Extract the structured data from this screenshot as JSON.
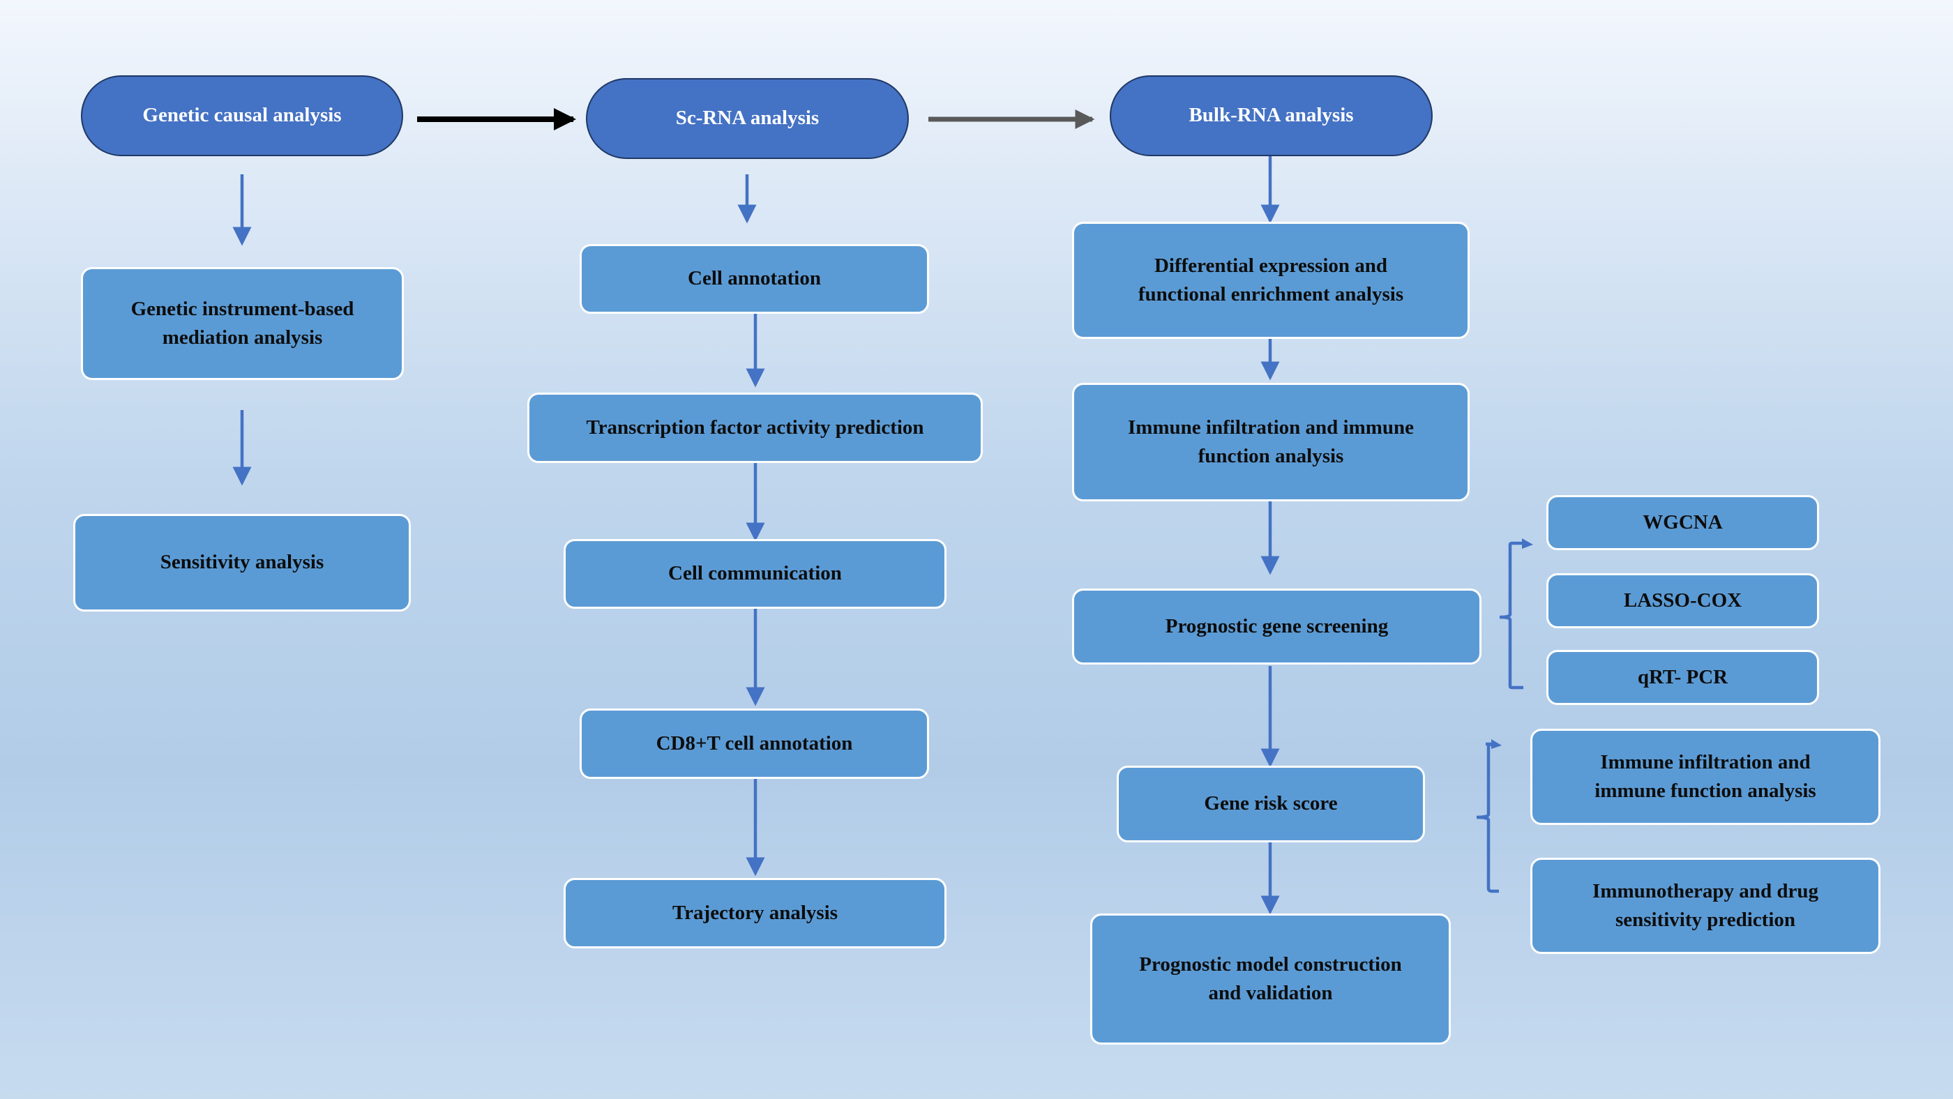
{
  "columns": {
    "genetic": {
      "header": "Genetic causal  analysis",
      "steps": [
        "Genetic instrument-based\nmediation analysis",
        "Sensitivity analysis"
      ]
    },
    "scrna": {
      "header": "Sc-RNA analysis",
      "steps": [
        "Cell annotation",
        "Transcription factor activity prediction",
        "Cell communication",
        "CD8+T cell annotation",
        "Trajectory analysis"
      ]
    },
    "bulk": {
      "header": "Bulk-RNA analysis",
      "steps": [
        "Differential expression and\nfunctional enrichment analysis",
        "Immune infiltration and immune\nfunction analysis",
        "Prognostic gene screening",
        "Gene risk score",
        "Prognostic model construction\nand validation"
      ]
    }
  },
  "screening_methods": [
    "WGCNA",
    "LASSO-COX",
    "qRT- PCR"
  ],
  "risk_score_analyses": [
    "Immune infiltration and\nimmune function analysis",
    "Immunotherapy and drug\nsensitivity prediction"
  ],
  "colors": {
    "header_fill": "#4472c4",
    "box_fill": "#5b9bd5",
    "arrow_blue": "#4472c4",
    "arrow_black": "#000000",
    "arrow_gray": "#595959"
  }
}
